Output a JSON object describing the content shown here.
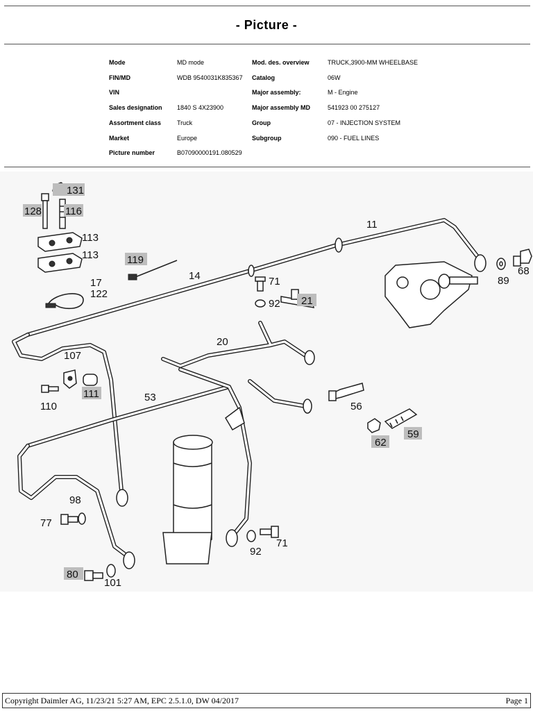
{
  "header": {
    "title": "- Picture -"
  },
  "info": {
    "left": [
      {
        "label": "Mode",
        "value": "MD mode"
      },
      {
        "label": "FIN/MD",
        "value": "WDB 9540031K835367"
      },
      {
        "label": "VIN",
        "value": ""
      },
      {
        "label": "Sales designation",
        "value": "1840 S 4X23900"
      },
      {
        "label": "Assortment class",
        "value": "Truck"
      },
      {
        "label": "Market",
        "value": "Europe"
      },
      {
        "label": "Picture number",
        "value": "B07090000191.080529"
      }
    ],
    "right": [
      {
        "label": "Mod. des. overview",
        "value": "TRUCK,3900-MM WHEELBASE"
      },
      {
        "label": "Catalog",
        "value": "06W"
      },
      {
        "label": "Major assembly:",
        "value": "M - Engine"
      },
      {
        "label": "Major assembly MD",
        "value": "541923 00 275127"
      },
      {
        "label": "Group",
        "value": "07 - INJECTION SYSTEM"
      },
      {
        "label": "Subgroup",
        "value": "090 - FUEL LINES"
      }
    ]
  },
  "callouts": {
    "c131": "131",
    "c128": "128",
    "c116": "116",
    "c113a": "113",
    "c113b": "113",
    "c119": "119",
    "c17": "17",
    "c122": "122",
    "c14": "14",
    "c11": "11",
    "c71a": "71",
    "c92a": "92",
    "c21": "21",
    "c68": "68",
    "c89": "89",
    "c20": "20",
    "c107": "107",
    "c110": "110",
    "c111": "111",
    "c53": "53",
    "c56": "56",
    "c62": "62",
    "c59": "59",
    "c98": "98",
    "c77": "77",
    "c80": "80",
    "c101": "101",
    "c92b": "92",
    "c71b": "71"
  },
  "footer": {
    "copyright": "Copyright Daimler AG, 11/23/21 5:27 AM, EPC 2.5.1.0, DW 04/2017",
    "page": "Page 1"
  }
}
